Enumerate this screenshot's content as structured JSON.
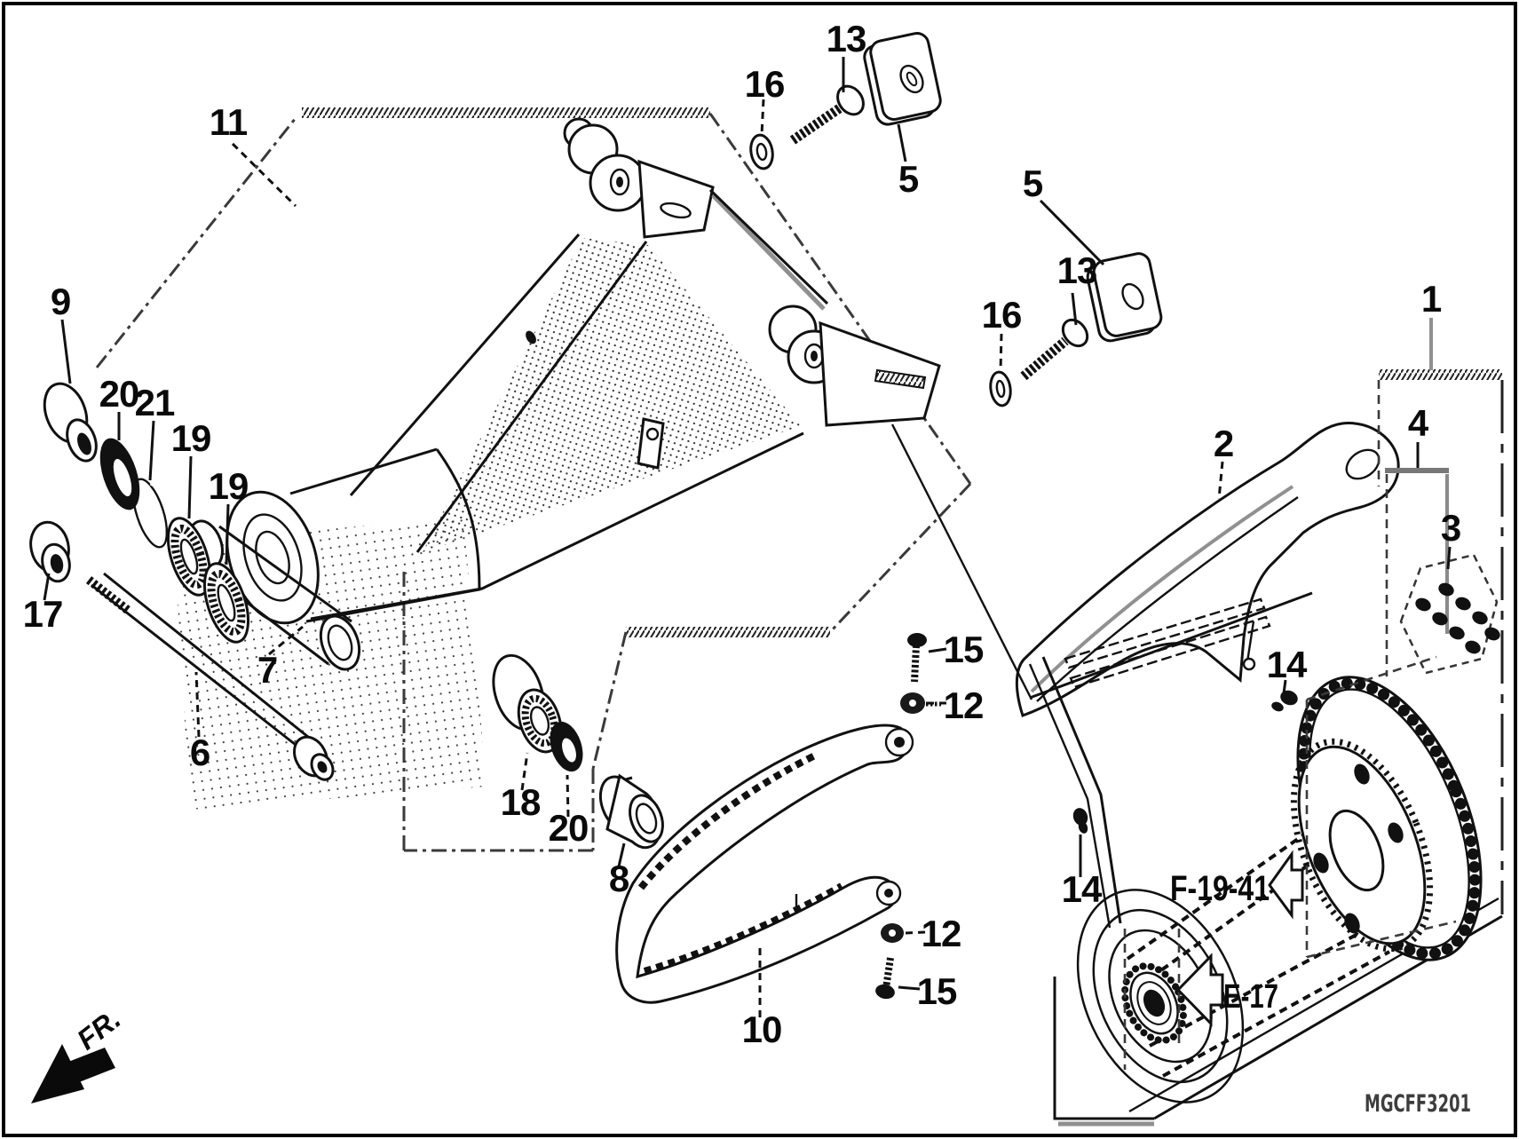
{
  "figure": {
    "type": "exploded-parts-diagram",
    "subject": "swingarm and drive chain case",
    "diagram_code": "MGCFF3201",
    "direction_indicator": "FR.",
    "reference_links": [
      {
        "label": "F-19-41"
      },
      {
        "label": "E-17"
      }
    ],
    "callouts": [
      {
        "id": "swingarm-assembly",
        "text": "11"
      },
      {
        "id": "pivot-cap",
        "text": "9"
      },
      {
        "id": "dust-seal-left",
        "text": "20"
      },
      {
        "id": "snap-ring",
        "text": "21"
      },
      {
        "id": "bearing-a",
        "text": "19"
      },
      {
        "id": "bearing-b",
        "text": "19"
      },
      {
        "id": "pivot-nut",
        "text": "17"
      },
      {
        "id": "pivot-bolt",
        "text": "6"
      },
      {
        "id": "pivot-sleeve",
        "text": "7"
      },
      {
        "id": "bushing",
        "text": "18"
      },
      {
        "id": "dust-seal-right",
        "text": "20"
      },
      {
        "id": "pivot-collar",
        "text": "8"
      },
      {
        "id": "chain-slider",
        "text": "10"
      },
      {
        "id": "washer-top",
        "text": "16"
      },
      {
        "id": "bolt-top",
        "text": "13"
      },
      {
        "id": "nut-plate-top",
        "text": "5"
      },
      {
        "id": "washer-right",
        "text": "16"
      },
      {
        "id": "bolt-right",
        "text": "13"
      },
      {
        "id": "nut-plate-right",
        "text": "5"
      },
      {
        "id": "slider-bolt-upper",
        "text": "15"
      },
      {
        "id": "slider-nut-upper",
        "text": "12"
      },
      {
        "id": "slider-nut-lower",
        "text": "12"
      },
      {
        "id": "slider-bolt-lower",
        "text": "15"
      },
      {
        "id": "chain-guard",
        "text": "2"
      },
      {
        "id": "guard-screw-right",
        "text": "14"
      },
      {
        "id": "guard-screw-lower",
        "text": "14"
      },
      {
        "id": "chain-case",
        "text": "1"
      },
      {
        "id": "case-kit",
        "text": "4"
      },
      {
        "id": "case-bolt-set",
        "text": "3"
      }
    ],
    "colors": {
      "background": "#ffffff",
      "line": "#111111",
      "muted_gray": "#909090",
      "code_text": "#3d3d3d"
    }
  }
}
